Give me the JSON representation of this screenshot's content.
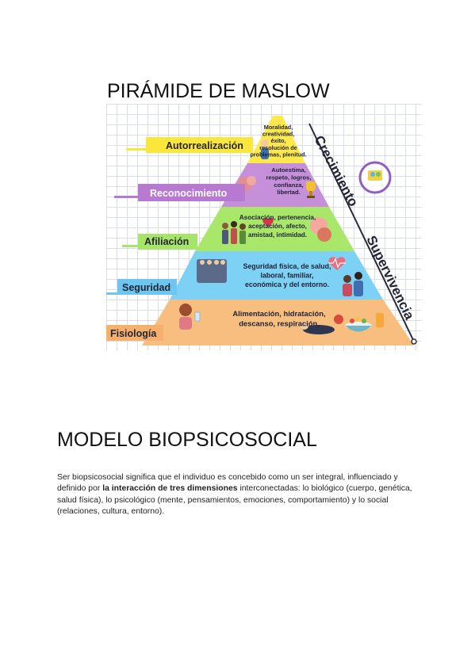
{
  "title1": "PIRÁMIDE DE MASLOW",
  "title2": "MODELO BIOPSICOSOCIAL",
  "pyramid": {
    "levels": [
      {
        "label": "Autorrealización",
        "color": "#fde94b",
        "label_bg": "#fbe63c",
        "lines": [
          "Moralidad,",
          "creatividad,",
          "éxito,",
          "resolución de",
          "problemas, plenitud."
        ]
      },
      {
        "label": "Reconocimiento",
        "color": "#c58fd9",
        "label_bg": "#b77ad0",
        "lines": [
          "Autoestima,",
          "respeto, logros,",
          "confianza,",
          "libertad."
        ]
      },
      {
        "label": "Afiliación",
        "color": "#a9e76a",
        "label_bg": "#a6e56a",
        "lines": [
          "Asociación, pertenencia,",
          "aceptación, afecto,",
          "amistad, intimidad."
        ]
      },
      {
        "label": "Seguridad",
        "color": "#7dd1f4",
        "label_bg": "#6cc6ef",
        "lines": [
          "Seguridad física, de salud,",
          "laboral, familiar,",
          "económica y del entorno."
        ]
      },
      {
        "label": "Fisiología",
        "color": "#f7be7f",
        "label_bg": "#f5b16c",
        "lines": [
          "Alimentación, hidratación,",
          "descanso, respiración."
        ]
      }
    ],
    "side_top": "Crecimiento",
    "side_bottom": "Supervivencia"
  },
  "paragraph": {
    "part1": "Ser biopsicosocial significa que el individuo es concebido como un ser integral, influenciado y definido por ",
    "bold": "la interacción de tres dimensiones",
    "part2": " interconectadas: lo biológico (cuerpo, genética, salud física), lo psicológico (mente, pensamientos, emociones, comportamiento) y lo social (relaciones,  cultura, entorno)."
  }
}
